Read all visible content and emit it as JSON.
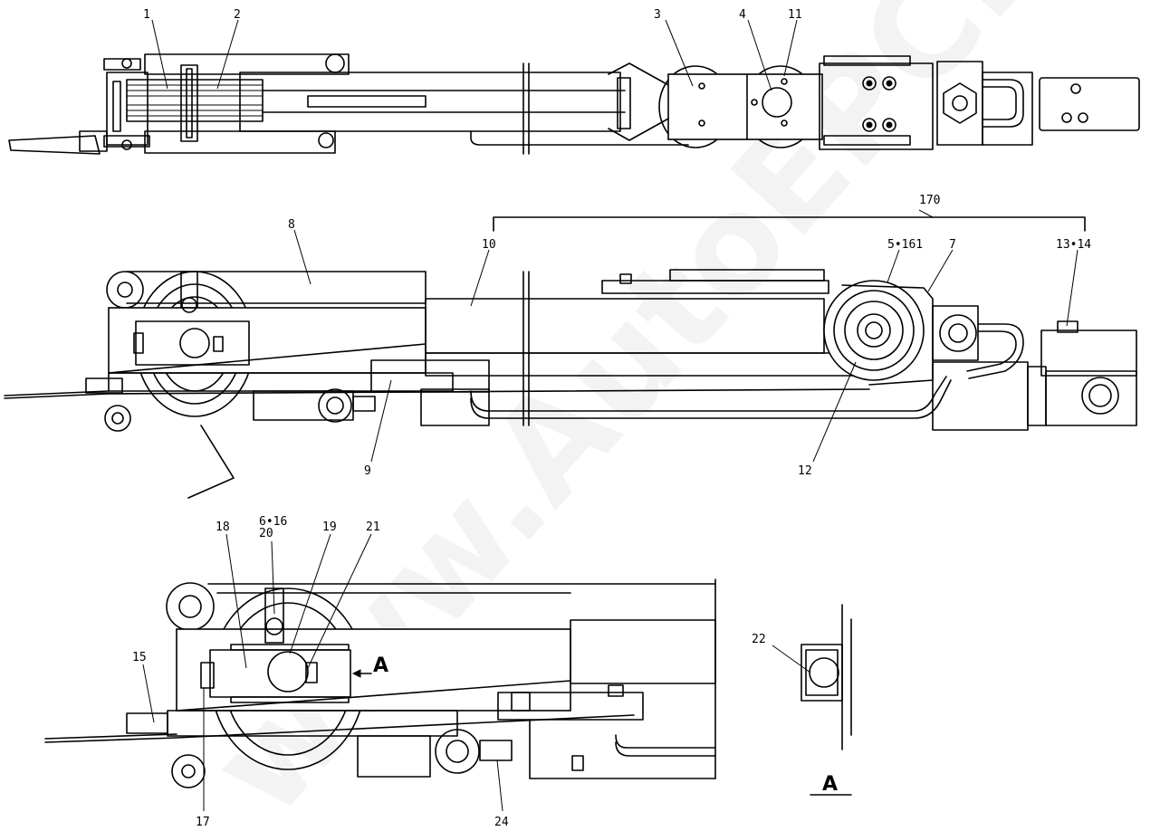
{
  "labels": {
    "l1": "1",
    "l2": "2",
    "l3": "3",
    "l4": "4",
    "l11": "11",
    "l170": "170",
    "l8": "8",
    "l10": "10",
    "l5": "5•161",
    "l7": "7",
    "l13": "13•14",
    "l9": "9",
    "l12": "12",
    "l6": "6•16",
    "l20": "20",
    "l18": "18",
    "l19": "19",
    "l21": "21",
    "l15": "15",
    "l17": "17",
    "l24": "24",
    "l22": "22"
  },
  "view_arrow": "A",
  "section_title": "A",
  "watermark": "www.AutoEPC.com"
}
